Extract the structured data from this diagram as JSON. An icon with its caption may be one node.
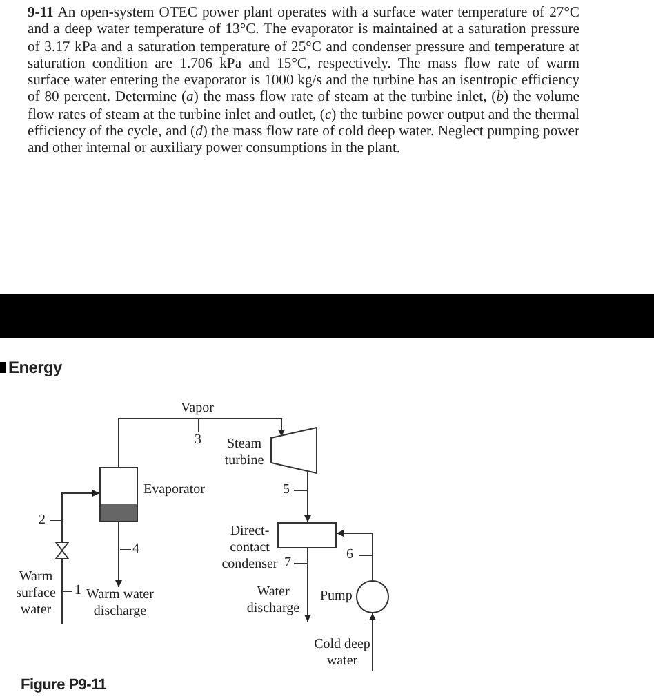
{
  "diagram": {
    "caption": "Figure P9-11",
    "nodes": [
      {
        "text": [],
        "shape": "box",
        "beside": [
          "Evaporator"
        ]
      },
      {
        "text": [],
        "shape": "trapezoid",
        "beside": [
          "Steam turbine"
        ]
      },
      {
        "text": [],
        "shape": "box",
        "beside": [
          "Direct- contact condenser"
        ]
      },
      {
        "text": [],
        "shape": "circle",
        "beside": [
          "Pump"
        ]
      },
      {
        "text": [],
        "shape": "valve"
      },
      {
        "text": [
          "Warm water discharge"
        ]
      },
      {
        "text": [
          "Water discharge"
        ]
      },
      {
        "text": [
          "Warm surface water"
        ]
      },
      {
        "text": [
          "Cold deep water"
        ]
      },
      {
        "text": [],
        "shape": "bar"
      }
    ],
    "edges": [
      {
        "from": 0,
        "to": 1,
        "arrow": "to",
        "label": "Vapor"
      },
      {
        "from": 1,
        "to": 2,
        "arrow": "to"
      },
      {
        "from": 2,
        "to": 6,
        "arrow": "to"
      },
      {
        "from": 0,
        "to": 5,
        "arrow": "to"
      },
      {
        "from": 8,
        "to": 3,
        "arrow": "to"
      },
      {
        "from": 3,
        "to": 2,
        "arrow": "to"
      },
      {
        "from": 4,
        "to": 0,
        "arrow": "to"
      },
      {
        "from": 7,
        "to": 4,
        "arrow": "none"
      }
    ],
    "labels": [
      "**9-11** An open-system OTEC power plant operates with a surface water temperature of 27°C and a deep water temperature of 13°C. The evaporator is maintained at a saturation pressure of 3.17 kPa and a saturation temperature of 25°C and condenser pressure and temperature at saturation condition are 1.706 kPa and 15°C, respectively. The mass flow rate of warm surface water entering the evaporator is 1000 kg/s and the turbine has an isentropic efficiency of 80 percent. Determine (*a*) the mass flow rate of steam at the turbine inlet, (*b*) the volume flow rates of steam at the turbine inlet and outlet, (*c*) the turbine power output and the thermal efficiency of the cycle, and (*d*) the mass flow rate of cold deep water. Neglect pumping power and other internal or auxiliary power consumptions in the plant.",
      "Energy",
      "3",
      "5",
      "2",
      "4",
      "6",
      "7",
      "1"
    ]
  }
}
